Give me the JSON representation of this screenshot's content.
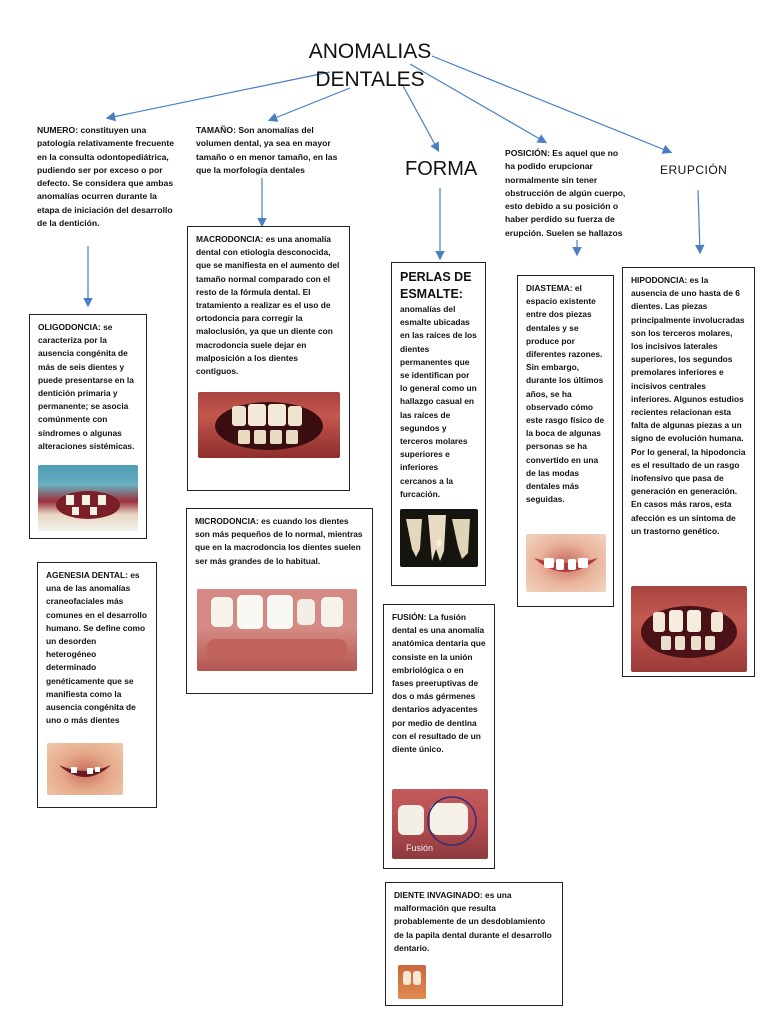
{
  "title": {
    "line1": "ANOMALIAS",
    "line2": "DENTALES"
  },
  "headings": {
    "forma": "FORMA",
    "erupcion": "ERUPCIÓN"
  },
  "numero": {
    "text": "NUMERO: constituyen una patología relativamente frecuente en la consulta odontopediátrica, pudiendo ser por exceso o por defecto. Se considera que ambas anomalías ocurren durante la etapa de iniciación del desarrollo de la dentición."
  },
  "tamano": {
    "text": "TAMAÑO: Son anomalías del volumen dental, ya sea en mayor tamaño o en menor tamaño, en las que la morfología dentales"
  },
  "posicion": {
    "text": "POSICIÓN: Es aquel que no ha podido erupcionar normalmente sin tener obstrucción de algún cuerpo, esto debido a su posición o haber perdido su fuerza de erupción. Suelen se hallazos"
  },
  "oligodoncia": {
    "text": "OLIGODONCIA: se caracteriza por la ausencia congénita de más de seis dientes y puede presentarse en la dentición primaria y permanente; se asocia comúnmente con síndromes o algunas alteraciones sistémicas."
  },
  "agenesia": {
    "text": "AGENESIA DENTAL: es una de las anomalías craneofaciales más comunes en el desarrollo humano. Se define como un desorden heterogéneo determinado genéticamente que se manifiesta como la ausencia congénita de uno o más dientes"
  },
  "macrodoncia": {
    "text": "MACRODONCIA: es una anomalía dental con etiología desconocida, que se manifiesta en el aumento del tamaño normal comparado con el resto de la fórmula dental. El tratamiento a realizar es el uso de ortodoncia para corregir la maloclusión, ya que un diente con macrodoncia suele dejar en malposición a los dientes contiguos."
  },
  "microdoncia": {
    "text": "MICRODONCIA: es cuando los dientes son más pequeños de lo normal, mientras que en la macrodoncia los dientes suelen ser más grandes de lo habitual."
  },
  "perlas": {
    "heading": "PERLAS DE ESMALTE:",
    "text": "anomalías del esmalte ubicadas en las raíces de los dientes permanentes que se identifican por lo general como un hallazgo casual en las raíces de segundos y terceros molares superiores e inferiores cercanos a la furcación."
  },
  "fusion": {
    "text": "FUSIÓN: La fusión dental es una anomalía anatómica dentaria que consiste en la unión embriológica o en fases preeruptivas de dos o más gérmenes dentarios adyacentes por medio de dentina con el resultado de un diente único.",
    "caption": "Fusión"
  },
  "invaginado": {
    "text": "DIENTE INVAGINADO: es una malformación que resulta probablemente de un desdoblamiento de la papila dental durante el desarrollo dentario."
  },
  "diastema": {
    "text": "DIASTEMA: el espacio existente entre dos piezas dentales y se produce por diferentes razones. Sin embargo, durante los últimos años, se ha observado cómo este rasgo físico de la boca de algunas personas se ha convertido en una de las modas dentales más seguidas."
  },
  "hipodoncia": {
    "text": "HIPODONCIA: es la ausencia de uno hasta de 6 dientes. Las piezas principalmente involucradas son los terceros molares, los incisivos laterales superiores, los segundos premolares inferiores e incisivos centrales inferiores. Algunos estudios recientes relacionan esta falta de algunas piezas a un signo de evolución humana. Por lo general, la hipodoncia es el resultado de un rasgo inofensivo que pasa de generación en generación. En casos más raros, esta afección es un síntoma de un trastorno genético."
  },
  "colors": {
    "arrow": "#4a7fc1",
    "border": "#222222",
    "text": "#111111"
  },
  "icons": [
    "arrow-icon"
  ]
}
